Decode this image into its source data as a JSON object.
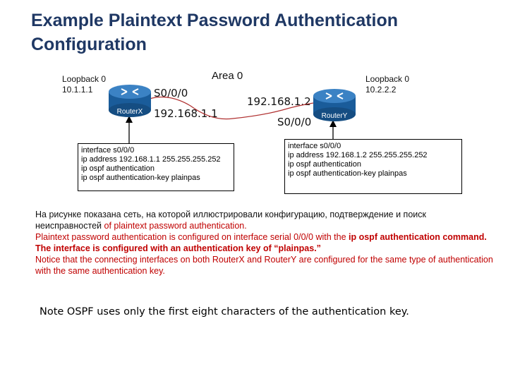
{
  "title": "Example Plaintext Password Authentication Configuration",
  "area": "Area 0",
  "router_x": {
    "name": "RouterX",
    "loopback_label": "Loopback 0",
    "loopback_ip": "10.1.1.1",
    "interface": "S0/0/0",
    "ip": "192.168.1.1",
    "config": [
      "interface s0/0/0",
      "ip address 192.168.1.1 255.255.255.252",
      "ip ospf authentication",
      "ip ospf authentication-key plainpas"
    ]
  },
  "router_y": {
    "name": "RouterY",
    "loopback_label": "Loopback 0",
    "loopback_ip": "10.2.2.2",
    "interface": "S0/0/0",
    "ip": "192.168.1.2",
    "config": [
      "interface s0/0/0",
      "ip address 192.168.1.2 255.255.255.252",
      "ip ospf authentication",
      "ip ospf authentication-key plainpas"
    ]
  },
  "description": {
    "ru_part1": "На рисунке показана сеть, на которой иллюстрировали конфигурацию, подтверждение и  поиск неисправностей ",
    "ru_part2": "of plaintext password authentication.",
    "en_line1": "Plaintext password authentication is configured on interface serial 0/0/0 with the ",
    "en_bold1": "ip ospf authentication command. The interface is configured with an authentication key of “plainpas.”",
    "en_line2": "Notice that the connecting interfaces on both RouterX and RouterY are configured for the same type of authentication with the same authentication key."
  },
  "note": "Note OSPF uses only the first eight characters of the authentication key.",
  "colors": {
    "title": "#1f3864",
    "router_body": "#1a5c9a",
    "router_top": "#3b82c4",
    "highlight": "#c00000"
  }
}
